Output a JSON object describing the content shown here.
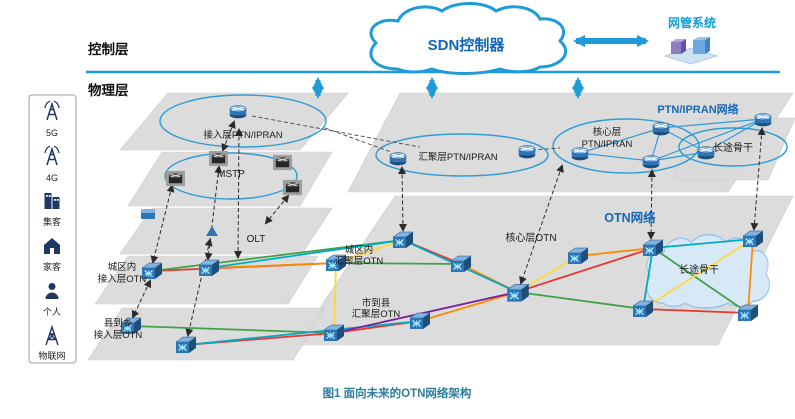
{
  "figure": {
    "caption": "图1 面向未来的OTN网络架构"
  },
  "layers": {
    "control": "控制层",
    "physical": "物理层"
  },
  "sdn": {
    "label": "SDN控制器"
  },
  "nms": {
    "label": "网管系统"
  },
  "sidebar": {
    "items": [
      {
        "label": "5G",
        "icon": "antenna-5g-icon"
      },
      {
        "label": "4G",
        "icon": "antenna-4g-icon"
      },
      {
        "label": "集客",
        "icon": "office-building-icon"
      },
      {
        "label": "家客",
        "icon": "house-icon"
      },
      {
        "label": "个人",
        "icon": "person-icon"
      },
      {
        "label": "物联网",
        "icon": "iot-tower-icon"
      }
    ]
  },
  "ptn": {
    "network_label": "PTN/IPRAN网络",
    "access_label": "接入层PTN/IPRAN",
    "aggregation_label": "汇聚层PTN/IPRAN",
    "core_label_line1": "核心层",
    "core_label_line2": "PTN/IPRAN",
    "backbone_label": "长途骨干"
  },
  "legacy": {
    "mstp_label": "MSTP",
    "olt_label": "OLT"
  },
  "otn": {
    "network_label": "OTN网络",
    "core_label": "核心层OTN",
    "metro_agg_line1": "城区内",
    "metro_agg_line2": "汇聚层OTN",
    "county_agg_line1": "市到县",
    "county_agg_line2": "汇聚层OTN",
    "backbone_label": "长途骨干",
    "metro_access_line1": "城区内",
    "metro_access_line2": "接入层OTN",
    "county_access_line1": "县到乡",
    "county_access_line2": "接入层OTN"
  },
  "colors": {
    "accent_blue": "#1e9bd8",
    "heading_blue": "#1668b8",
    "nms_teal": "#12a0dc",
    "caption_teal": "#2e7d9c",
    "plane_gray": "#d9d9d9",
    "router_blue": "#2e75b6",
    "icon_navy": "#1f3864"
  }
}
